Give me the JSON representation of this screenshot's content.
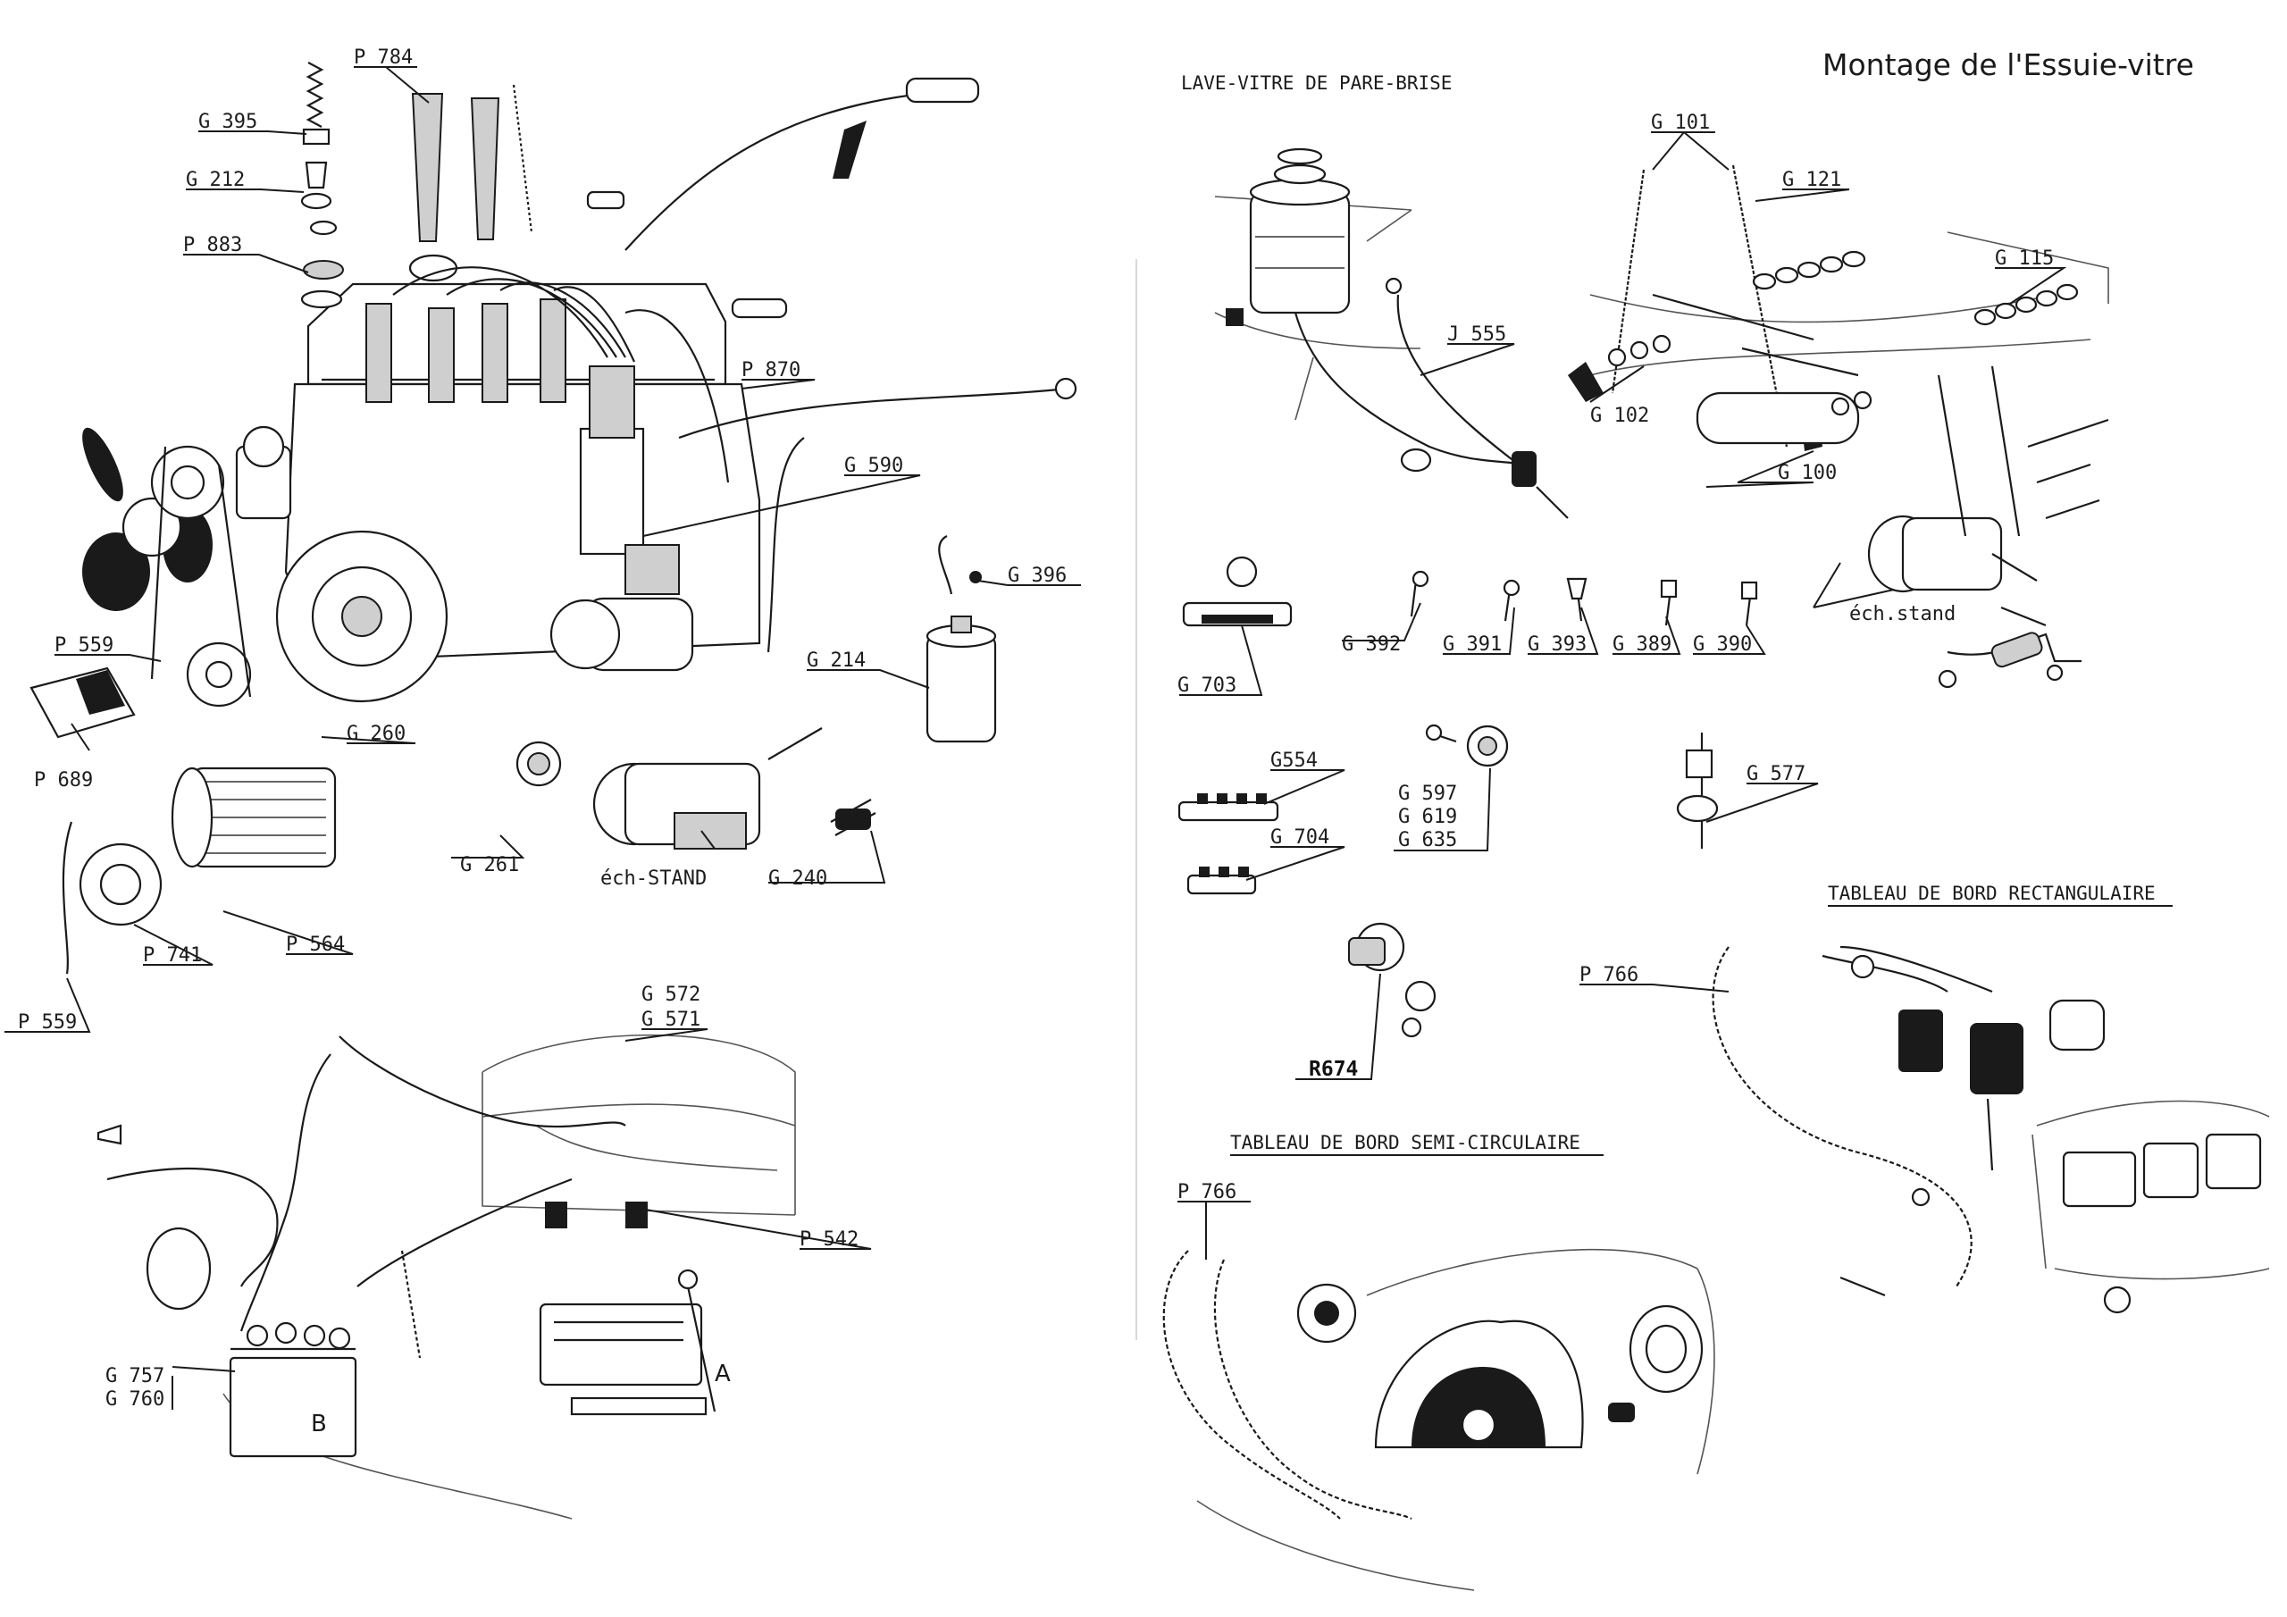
{
  "page": {
    "header_right": "Montage de l'Essuie-vitre"
  },
  "titles": {
    "lave_vitre": "LAVE-VITRE DE PARE-BRISE",
    "tableau_rect": "TABLEAU DE BORD RECTANGULAIRE",
    "tableau_semi": "TABLEAU DE BORD SEMI-CIRCULAIRE"
  },
  "labels": {
    "p784": "P 784",
    "g395": "G 395",
    "g212": "G 212",
    "p883": "P 883",
    "p870": "P 870",
    "g590": "G 590",
    "g396": "G 396",
    "g214": "G 214",
    "p559a": "P 559",
    "p689": "P 689",
    "g260": "G 260",
    "g261": "G 261",
    "ech_stand_left": "éch-STAND",
    "g240": "G 240",
    "p741": "P 741",
    "p564": "P 564",
    "p559b": "P 559",
    "g572": "G 572",
    "g571": "G 571",
    "p542": "P 542",
    "g757": "G 757",
    "g760": "G 760",
    "battery_b": "B",
    "bracket_a": "A",
    "g101": "G 101",
    "g121": "G 121",
    "g115": "G 115",
    "j555": "J 555",
    "g102": "G 102",
    "g100": "G 100",
    "ech_stand_right": "éch.stand",
    "g392": "G 392",
    "g391": "G 391",
    "g393": "G 393",
    "g389": "G 389",
    "g390": "G 390",
    "g703": "G 703",
    "g554": "G554",
    "g704": "G 704",
    "g597": "G 597",
    "g619": "G 619",
    "g635": "G 635",
    "g577": "G 577",
    "r674": "R674",
    "p766a": "P 766",
    "p766b": "P 766"
  }
}
